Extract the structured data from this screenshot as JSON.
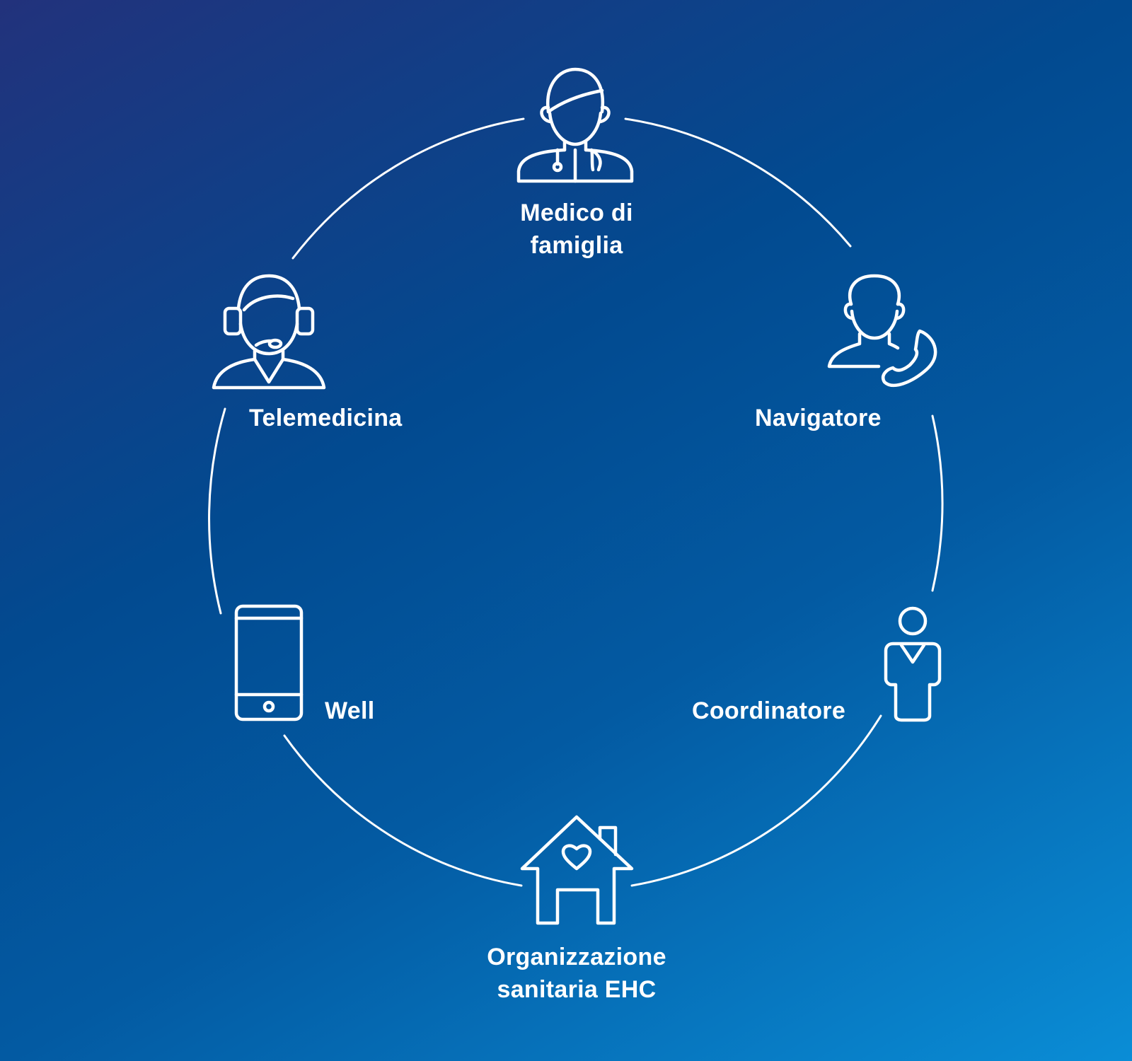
{
  "nodes": [
    {
      "id": "medico",
      "line1": "Medico di",
      "line2": "famiglia",
      "icon": "doctor-icon"
    },
    {
      "id": "navigatore",
      "line1": "Navigatore",
      "icon": "person-phone-icon"
    },
    {
      "id": "coordinatore",
      "line1": "Coordinatore",
      "icon": "coordinator-person-icon"
    },
    {
      "id": "organizzazione",
      "line1": "Organizzazione",
      "line2": "sanitaria EHC",
      "icon": "house-heart-icon"
    },
    {
      "id": "well",
      "line1": "Well",
      "icon": "tablet-icon"
    },
    {
      "id": "telemedicina",
      "line1": "Telemedicina",
      "icon": "headset-operator-icon"
    }
  ],
  "colors": {
    "line": "#ffffff",
    "bg_start": "#22327c",
    "bg_end": "#0a8dd6"
  }
}
